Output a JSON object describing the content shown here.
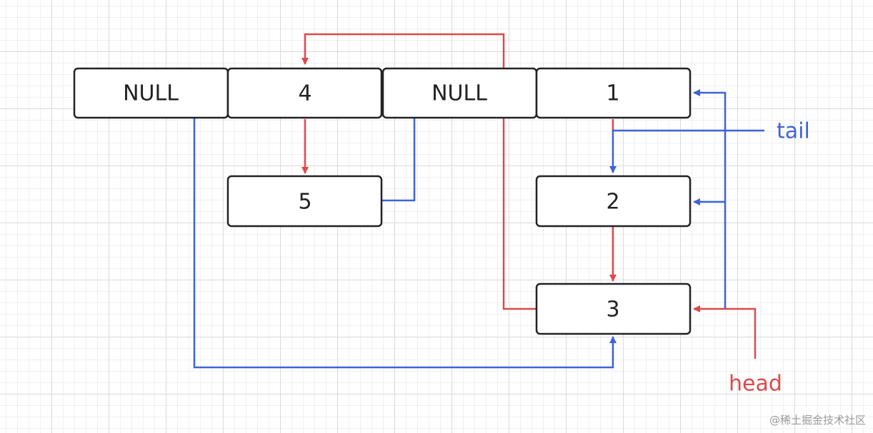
{
  "nodes": {
    "null_left": "NULL",
    "four": "4",
    "null_mid": "NULL",
    "one": "1",
    "five": "5",
    "two": "2",
    "three": "3"
  },
  "labels": {
    "tail": "tail",
    "head": "head"
  },
  "colors": {
    "red_pointer": "#e04848",
    "blue_pointer": "#3f63d9",
    "node_border": "#222222"
  },
  "watermark": "@稀土掘金技术社区"
}
